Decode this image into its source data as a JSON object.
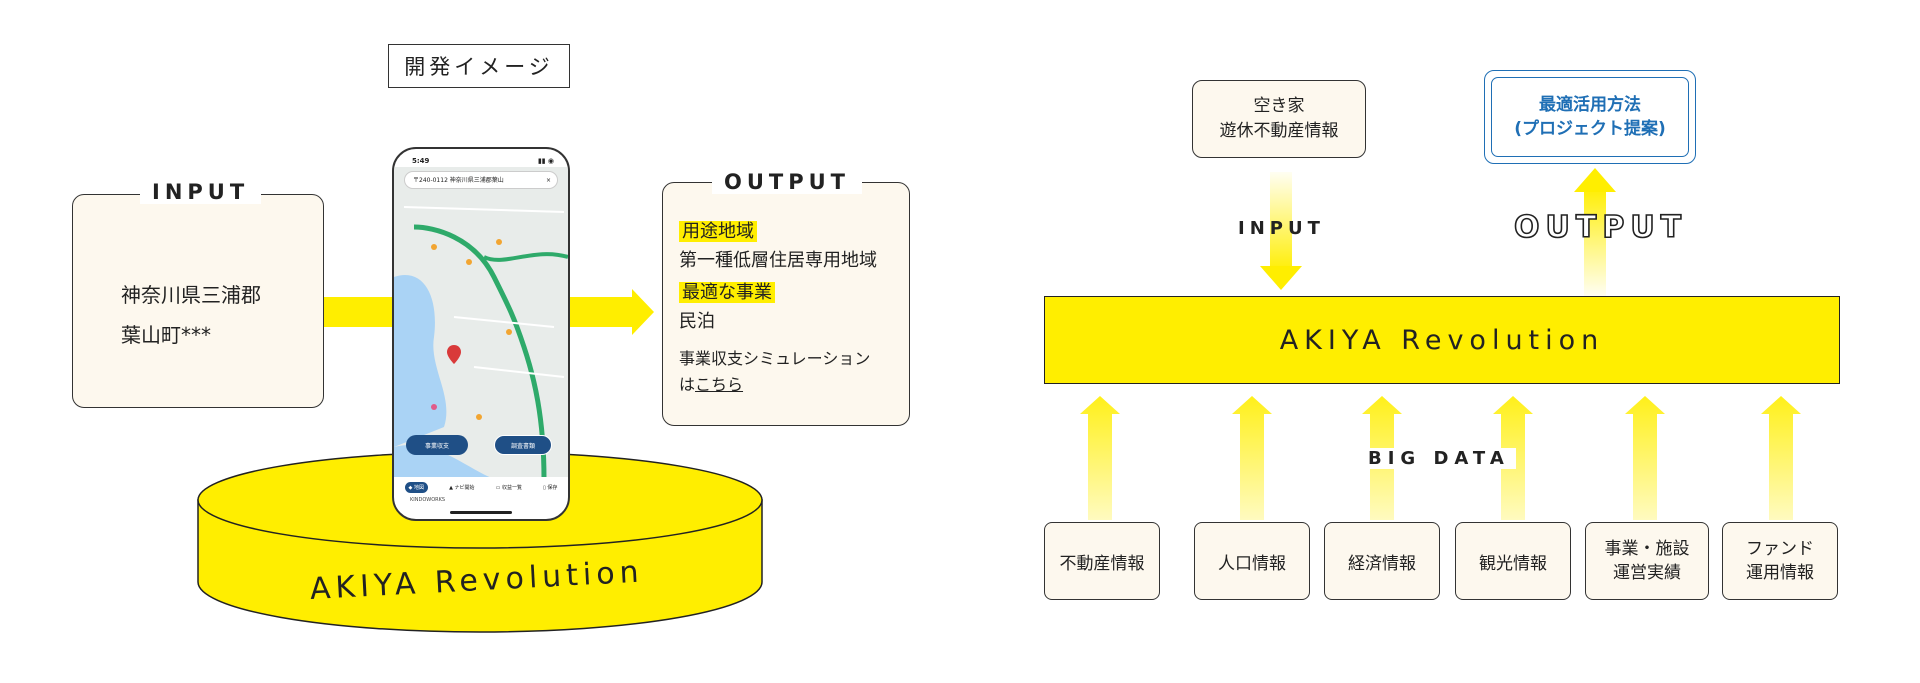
{
  "left": {
    "dev_image_label": "開発イメージ",
    "input_label": "INPUT",
    "input_lines": [
      "神奈川県三浦郡",
      "葉山町***"
    ],
    "output_label": "OUTPUT",
    "output": {
      "use_area_label": "用途地域",
      "use_area_value": "第一種低層住居専用地域",
      "best_business_label": "最適な事業",
      "best_business_value": "民泊",
      "simulation_text": "事業収支シミュレーション",
      "simulation_prefix": "は",
      "simulation_link": "こちら"
    },
    "platform_label": "AKIYA Revolution",
    "phone": {
      "time": "5:49",
      "address": "〒240-0112 神奈川県三浦郡葉山",
      "button_left": "事業収支",
      "button_right": "調査書類",
      "nav_items": [
        "地図",
        "ナビ開始",
        "収益一覧",
        "保存"
      ],
      "watermark": "KINDOWORKS"
    }
  },
  "right": {
    "input_source": [
      "空き家",
      "遊休不動産情報"
    ],
    "output_target": [
      "最適活用方法",
      "(プロジェクト提案)"
    ],
    "input_label": "INPUT",
    "output_label": "OUTPUT",
    "platform_label": "AKIYA Revolution",
    "big_data_label": "BIG DATA",
    "data_sources": [
      [
        "不動産情報"
      ],
      [
        "人口情報"
      ],
      [
        "経済情報"
      ],
      [
        "観光情報"
      ],
      [
        "事業・施設",
        "運営実績"
      ],
      [
        "ファンド",
        "運用情報"
      ]
    ]
  },
  "colors": {
    "accent_yellow": "#ffee00",
    "box_fill": "#fdf8ee",
    "output_blue": "#1f6fb5"
  }
}
